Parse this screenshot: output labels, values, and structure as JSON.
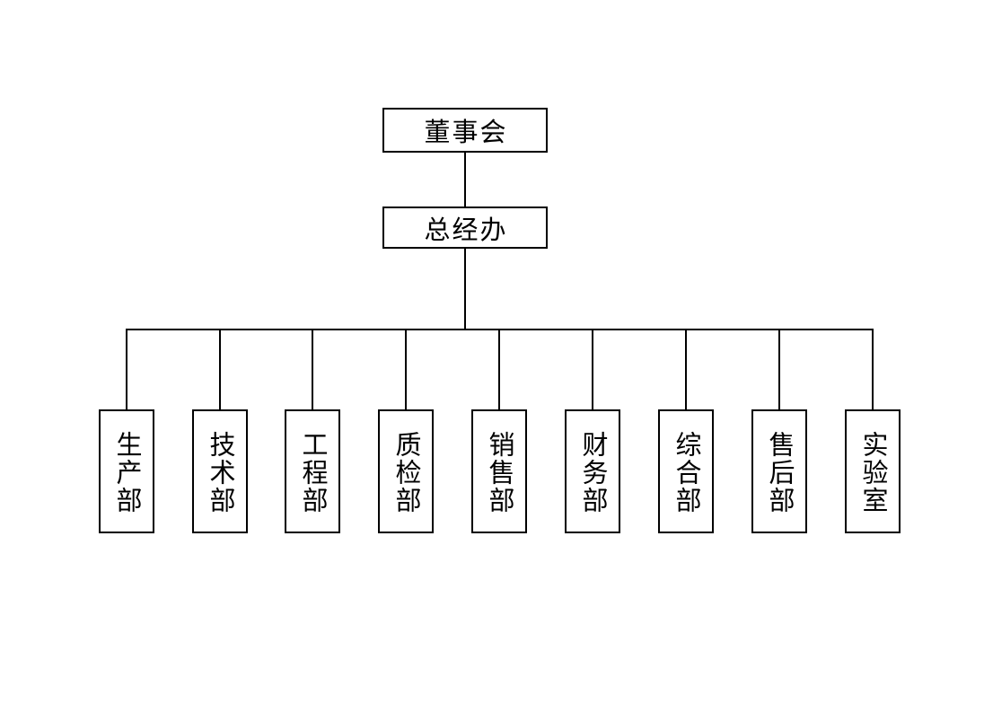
{
  "org": {
    "root": {
      "label": "董事会"
    },
    "office": {
      "label": "总经办"
    },
    "departments": [
      {
        "label": "生产部"
      },
      {
        "label": "技术部"
      },
      {
        "label": "工程部"
      },
      {
        "label": "质检部"
      },
      {
        "label": "销售部"
      },
      {
        "label": "财务部"
      },
      {
        "label": "综合部"
      },
      {
        "label": "售后部"
      },
      {
        "label": "实验室"
      }
    ],
    "colors": {
      "background": "#ffffff",
      "line": "#000000",
      "text": "#000000"
    }
  }
}
